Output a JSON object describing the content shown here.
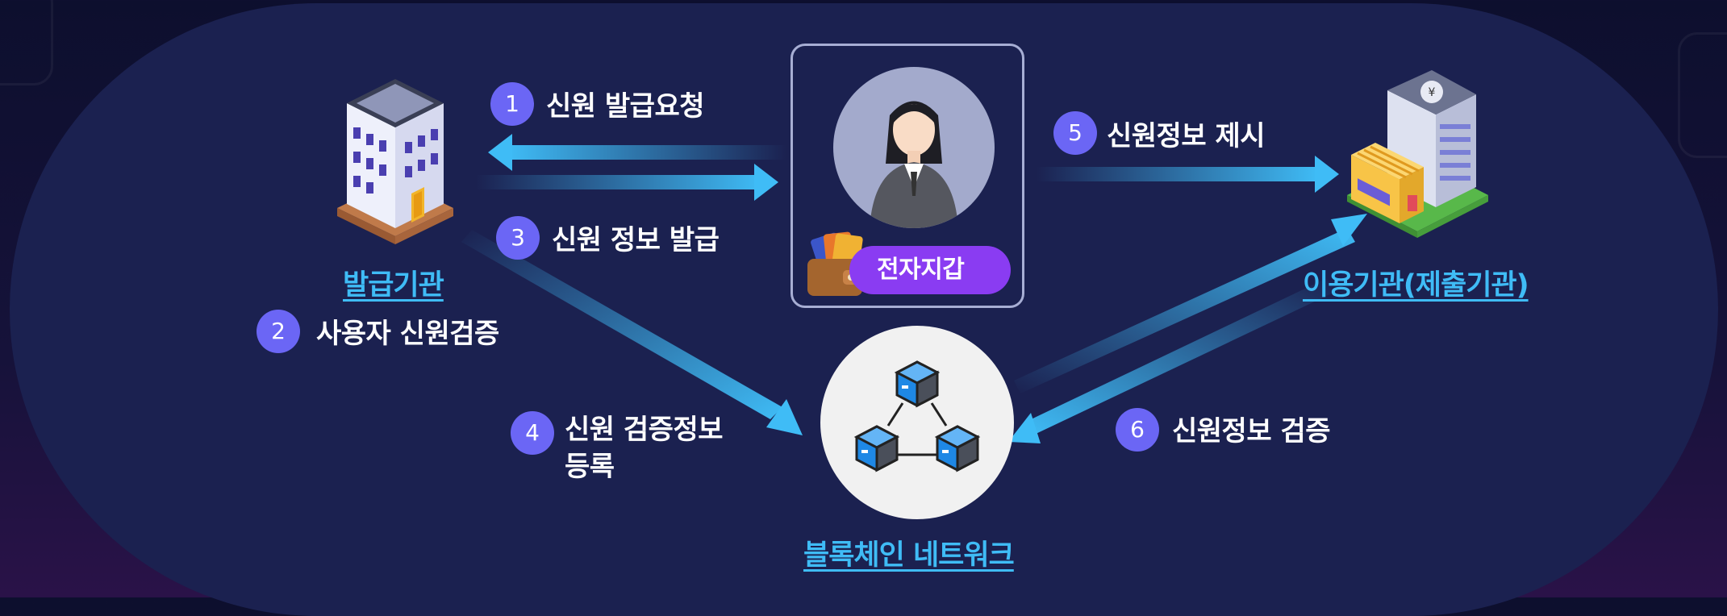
{
  "steps": {
    "s1": {
      "num": "1",
      "label": "신원 발급요청"
    },
    "s2": {
      "num": "2",
      "label": "사용자 신원검증"
    },
    "s3": {
      "num": "3",
      "label": "신원 정보 발급"
    },
    "s4": {
      "num": "4",
      "label": "신원 검증정보 등록"
    },
    "s5": {
      "num": "5",
      "label": "신원정보 제시"
    },
    "s6": {
      "num": "6",
      "label": "신원정보 검증"
    }
  },
  "nodes": {
    "issuer": "발급기관",
    "verifier": "이용기관(제출기관)",
    "blockchain": "블록체인 네트워크",
    "wallet": "전자지갑"
  },
  "colors": {
    "background": "#1b2150",
    "accent": "#3fbcf6",
    "badge": "#6b66f5",
    "wallet_pill": "#8a3cf2"
  },
  "icons": [
    "issuer-building-icon",
    "user-avatar-icon",
    "wallet-icon",
    "blockchain-icon",
    "verifier-building-icon"
  ]
}
